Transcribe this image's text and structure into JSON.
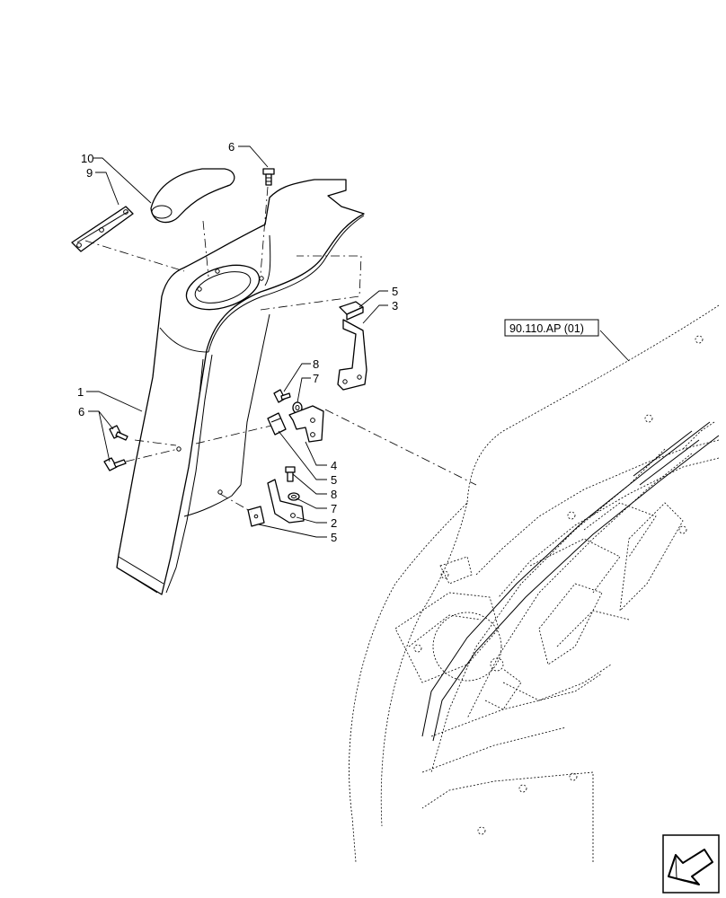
{
  "callouts": [
    {
      "id": "c-10",
      "text": "10"
    },
    {
      "id": "c-9",
      "text": "9"
    },
    {
      "id": "c-6-top",
      "text": "6"
    },
    {
      "id": "c-1",
      "text": "1"
    },
    {
      "id": "c-6-left",
      "text": "6"
    },
    {
      "id": "c-8-top",
      "text": "8"
    },
    {
      "id": "c-7-top",
      "text": "7"
    },
    {
      "id": "c-5-top",
      "text": "5"
    },
    {
      "id": "c-3",
      "text": "3"
    },
    {
      "id": "c-4",
      "text": "4"
    },
    {
      "id": "c-5-mid",
      "text": "5"
    },
    {
      "id": "c-8-low",
      "text": "8"
    },
    {
      "id": "c-7-low",
      "text": "7"
    },
    {
      "id": "c-2",
      "text": "2"
    },
    {
      "id": "c-5-low",
      "text": "5"
    }
  ],
  "reference": {
    "text": "90.110.AP (01)"
  },
  "nav_icon": {
    "icon": "return-arrow-icon"
  }
}
